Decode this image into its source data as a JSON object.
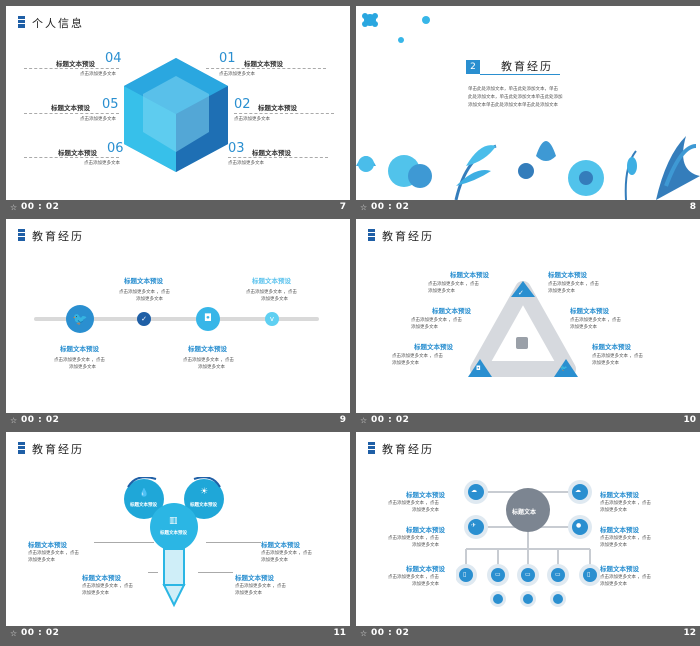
{
  "slides": [
    {
      "number": "7",
      "time": "00 : 02",
      "title": "个人信息",
      "labels": [
        "标题文本预设",
        "标题文本预设",
        "标题文本预设",
        "标题文本预设",
        "标题文本预设",
        "标题文本预设"
      ],
      "nums": [
        "04",
        "01",
        "05",
        "02",
        "06",
        "03"
      ],
      "desc": "点击添加更多文本"
    },
    {
      "number": "8",
      "time": "00 : 02",
      "section_num": "2",
      "title": "教育经历",
      "body_l1": "单击此处添加文本，单击此处添加文本，单击",
      "body_l2": "此处添加文本，单击此处添加文本单击此处添加",
      "body_l3": "添加文本单击此处添加文本单击此处添加文本"
    },
    {
      "number": "9",
      "time": "00 : 02",
      "title": "教育经历",
      "labels": [
        "标题文本预设",
        "标题文本预设",
        "标题文本预设",
        "标题文本预设"
      ],
      "desc1": "点击添加更多文本  ，点击",
      "desc2": "添加更多文本"
    },
    {
      "number": "10",
      "time": "00 : 02",
      "title": "教育经历",
      "labels": [
        "标题文本预设",
        "标题文本预设",
        "标题文本预设",
        "标题文本预设",
        "标题文本预设",
        "标题文本预设"
      ],
      "desc1": "点击添加更多文本  ，点击",
      "desc2": "添加更多文本"
    },
    {
      "number": "11",
      "time": "00 : 02",
      "title": "教育经历",
      "labels": [
        "标题文本预设",
        "标题文本预设",
        "标题文本预设",
        "标题文本预设"
      ],
      "bubble_labels": [
        "标题文本预设",
        "标题文本预设",
        "标题文本预设"
      ],
      "desc1": "点击添加更多文本  ，点击",
      "desc2": "添加更多文本"
    },
    {
      "number": "12",
      "time": "00 : 02",
      "title": "教育经历",
      "center": "标题文本",
      "labels": [
        "标题文本预设",
        "标题文本预设",
        "标题文本预设",
        "标题文本预设",
        "标题文本预设",
        "标题文本预设"
      ],
      "desc1": "点击添加更多文本  ，点击",
      "desc2": "添加更多文本"
    }
  ],
  "colors": {
    "accent": "#2a8fd0",
    "dark": "#1f5fa6",
    "light": "#37b6e8",
    "bg": "#5f5f5f"
  }
}
